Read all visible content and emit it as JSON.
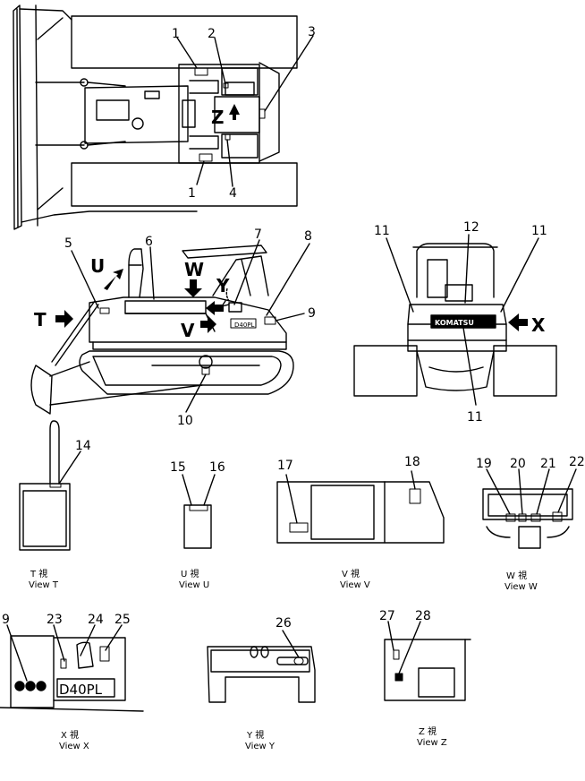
{
  "callouts": [
    "1",
    "2",
    "3",
    "1",
    "4",
    "5",
    "6",
    "7",
    "8",
    "9",
    "10",
    "11",
    "12",
    "11",
    "11",
    "14",
    "15",
    "16",
    "17",
    "18",
    "19",
    "20",
    "21",
    "22",
    "9",
    "23",
    "24",
    "25",
    "26",
    "27",
    "28"
  ],
  "arrows": [
    "Z",
    "U",
    "T",
    "W",
    "Y",
    "V",
    "X"
  ],
  "views": [
    {
      "jp": "T 視",
      "en": "View T"
    },
    {
      "jp": "U 視",
      "en": "View U"
    },
    {
      "jp": "V 視",
      "en": "View V"
    },
    {
      "jp": "W 視",
      "en": "View W"
    },
    {
      "jp": "X 視",
      "en": "View X"
    },
    {
      "jp": "Y 視",
      "en": "View Y"
    },
    {
      "jp": "Z 視",
      "en": "View Z"
    }
  ],
  "decals": {
    "brand": "KOMATSU",
    "model": "D40PL",
    "model_small": "D40PL"
  }
}
